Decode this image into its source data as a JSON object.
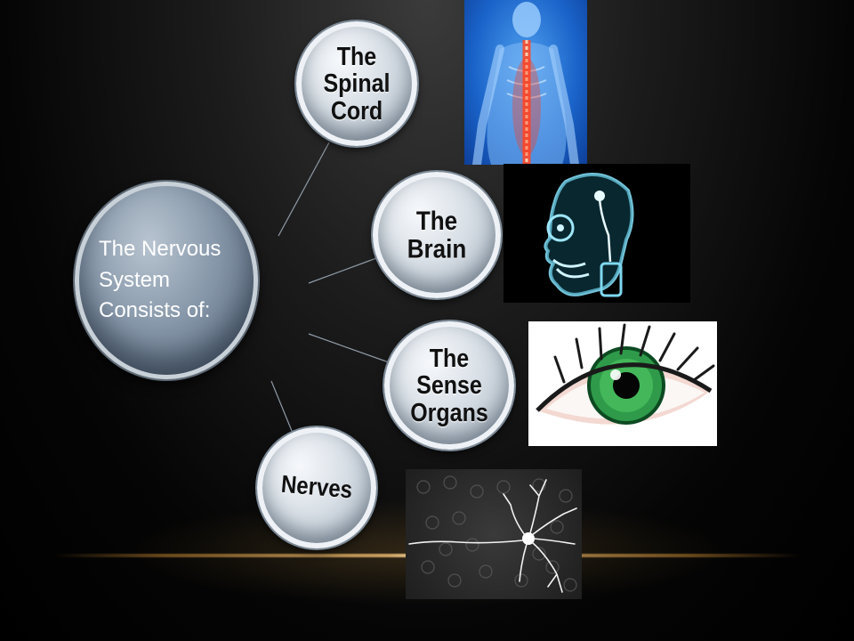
{
  "diagram": {
    "center": {
      "label": "The Nervous\nSystem\nConsists of:"
    },
    "nodes": [
      {
        "id": "spinal-cord",
        "label": "The\nSpinal\nCord"
      },
      {
        "id": "brain",
        "label": "The\nBrain"
      },
      {
        "id": "sense-organs",
        "label": "The\nSense\nOrgans"
      },
      {
        "id": "nerves",
        "label": "Nerves"
      }
    ]
  },
  "images": [
    {
      "name": "spine-image",
      "depicts": "spinal-cord"
    },
    {
      "name": "xray-head-image",
      "depicts": "brain"
    },
    {
      "name": "eye-image",
      "depicts": "sense-organ"
    },
    {
      "name": "neuron-image",
      "depicts": "nerve-cell"
    }
  ],
  "colors": {
    "background": "#000000",
    "node_fill": "#d8dfe6",
    "center_fill": "#8798aa",
    "accent_line": "#caa061"
  }
}
